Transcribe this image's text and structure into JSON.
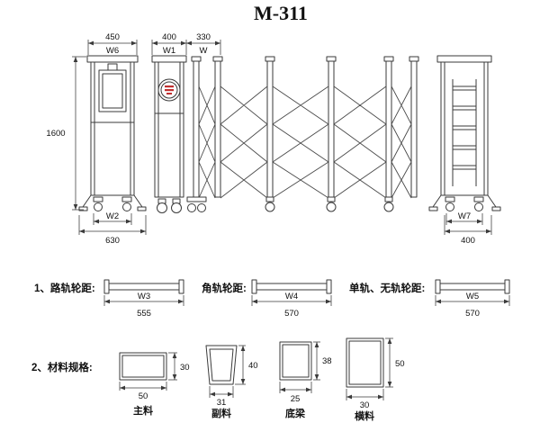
{
  "title": "M-311",
  "colors": {
    "line": "#3a3a3a",
    "text": "#111111",
    "emblem_red": "#c03030"
  },
  "elevation": {
    "dim_post_width": "450",
    "dim_post_width_label": "W6",
    "dim_motor_width": "400",
    "dim_motor_width_label": "W1",
    "dim_pitch": "330",
    "dim_pitch_label": "W",
    "dim_height": "1600",
    "dim_left_track_label": "W2",
    "dim_left_base": "630",
    "dim_right_track_label": "W7",
    "dim_right_base": "400"
  },
  "wheel_tracks": {
    "heading": "1、路轨轮距:",
    "items": [
      {
        "label": "",
        "dim_label": "W3",
        "value": "555"
      },
      {
        "label": "角轨轮距:",
        "dim_label": "W4",
        "value": "570"
      },
      {
        "label": "单轨、无轨轮距:",
        "dim_label": "W5",
        "value": "570"
      }
    ]
  },
  "materials": {
    "heading": "2、材料规格:",
    "items": [
      {
        "name": "主料",
        "width": "50",
        "height": "30"
      },
      {
        "name": "副料",
        "width": "31",
        "height": "40"
      },
      {
        "name": "底梁",
        "width": "25",
        "height": "38"
      },
      {
        "name": "横料",
        "width": "30",
        "height": "50"
      }
    ]
  }
}
